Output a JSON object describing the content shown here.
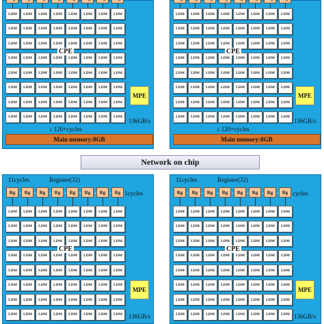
{
  "network": {
    "label": "Network on chip"
  },
  "groups": [
    {
      "id": "top-left",
      "rows": 8,
      "show_register_row": true,
      "cpe_label": "CPE",
      "mpe_label": "MPE",
      "bandwidth_label": "136GB/s",
      "latency_label": "120+cycles",
      "memory_label": "Main memory:8GB",
      "cycles_header": "",
      "register_header": "",
      "right_cycles": ""
    },
    {
      "id": "top-right",
      "rows": 8,
      "show_register_row": true,
      "cpe_label": "CPE",
      "mpe_label": "MPE",
      "bandwidth_label": "136GB/s",
      "latency_label": "120+cycles",
      "memory_label": "Main memory:8GB",
      "cycles_header": "",
      "register_header": "",
      "right_cycles": ""
    },
    {
      "id": "bottom-left",
      "rows": 8,
      "show_register_row": true,
      "cpe_label": "CPE",
      "mpe_label": "MPE",
      "bandwidth_label": "136GB/s",
      "latency_label": "",
      "memory_label": "",
      "cycles_header": "11cycles",
      "register_header": "Register(32)",
      "right_cycles": "1cycles"
    },
    {
      "id": "bottom-right",
      "rows": 8,
      "show_register_row": true,
      "cpe_label": "CPE",
      "mpe_label": "MPE",
      "bandwidth_label": "136GB/s",
      "latency_label": "",
      "memory_label": "",
      "cycles_header": "11cycles",
      "register_header": "Register(32)",
      "right_cycles": "cycles"
    }
  ],
  "cell_labels": {
    "register": "Rg",
    "ldm": "LDM"
  },
  "colors": {
    "group_bg": "#1fa5e0",
    "ldm_bg": "#ffffff",
    "register_bg": "#f8c89c",
    "mpe_bg": "#ffff66",
    "memory_bg": "#d9752c",
    "noc_bg": "#e4e6f0"
  }
}
